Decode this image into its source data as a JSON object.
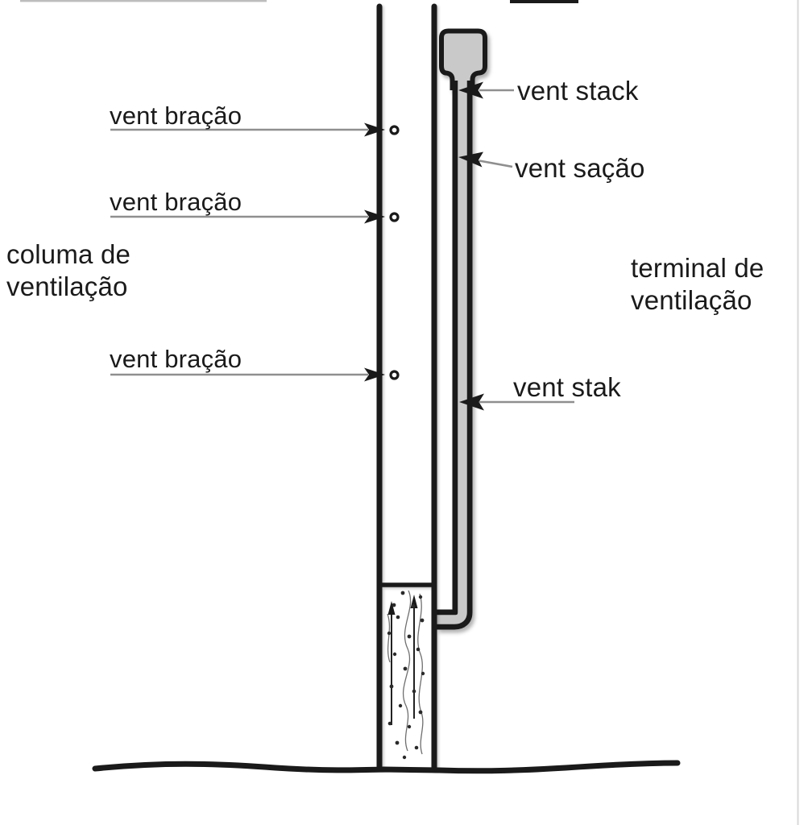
{
  "diagram": {
    "type": "plumbing-ventilation-schematic",
    "labels": {
      "vent_branch_1": "vent bração",
      "vent_branch_2": "vent bração",
      "vent_branch_3": "vent bração",
      "column_line1": "columa de",
      "column_line2": "ventilação",
      "vent_stack_top": "vent stack",
      "vent_section": "vent sação",
      "terminal_line1": "terminal de",
      "terminal_line2": "ventilação",
      "vent_stack_lower": "vent stak"
    },
    "colors": {
      "paper": "#ffffff",
      "ink": "#1a1a1a",
      "pipe_fill": "#c9c9c9",
      "leader": "#8f8f8f",
      "artifact": "#d8d8d8"
    }
  }
}
